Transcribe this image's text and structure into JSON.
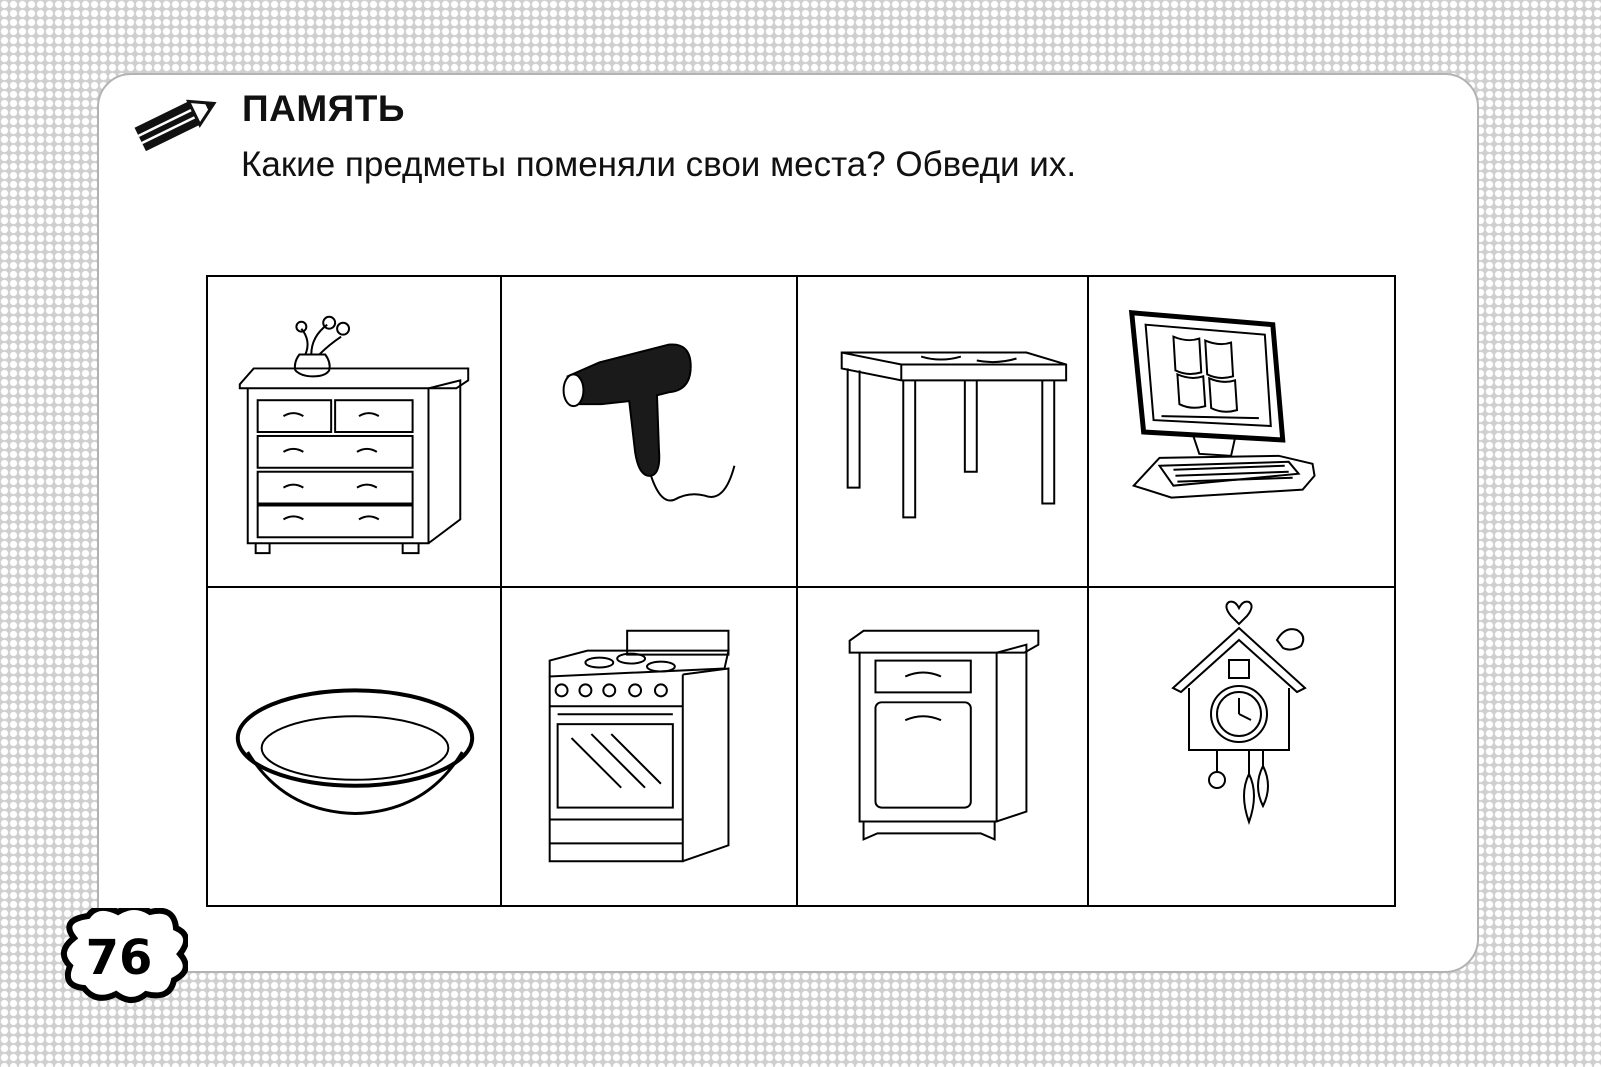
{
  "header": {
    "title": "ПАМЯТЬ",
    "instruction": "Какие предметы поменяли свои места? Обведи их.",
    "icon": "pencil-icon"
  },
  "items": [
    {
      "name": "chest-of-drawers"
    },
    {
      "name": "hair-dryer"
    },
    {
      "name": "table"
    },
    {
      "name": "computer"
    },
    {
      "name": "plate"
    },
    {
      "name": "stove"
    },
    {
      "name": "nightstand"
    },
    {
      "name": "cuckoo-clock"
    }
  ],
  "page": {
    "number": "76"
  },
  "colors": {
    "background": "#cfcfcf",
    "panel": "#ffffff",
    "ink": "#000000",
    "panel_border": "#b3b3b3"
  }
}
